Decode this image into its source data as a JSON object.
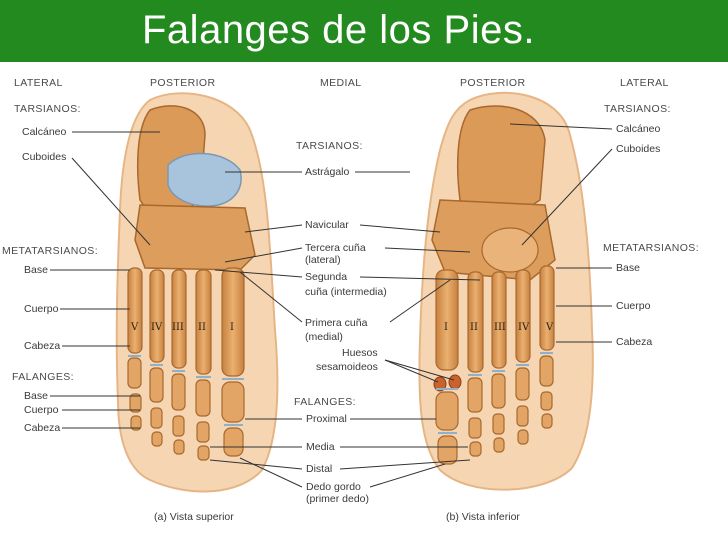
{
  "title": "Falanges de los Pies.",
  "headers": {
    "left_lateral": "LATERAL",
    "left_posterior": "POSTERIOR",
    "medial": "MEDIAL",
    "right_posterior": "POSTERIOR",
    "right_lateral": "LATERAL"
  },
  "left_labels": {
    "tarsianos": "TARSIANOS:",
    "calcaneo": "Calcáneo",
    "cuboides": "Cuboides",
    "metatarsianos": "METATARSIANOS:",
    "base": "Base",
    "cuerpo": "Cuerpo",
    "cabeza": "Cabeza",
    "falanges": "FALANGES:",
    "f_base": "Base",
    "f_cuerpo": "Cuerpo",
    "f_cabeza": "Cabeza"
  },
  "center_labels": {
    "tarsianos": "TARSIANOS:",
    "astragalo": "Astrágalo",
    "navicular": "Navicular",
    "tercera_cuna_1": "Tercera cuña",
    "tercera_cuna_2": "(lateral)",
    "segunda_cuna_1": "Segunda",
    "segunda_cuna_2": "cuña (intermedia)",
    "primera_cuna_1": "Primera cuña",
    "primera_cuna_2": "(medial)",
    "huesos_1": "Huesos",
    "huesos_2": "sesamoideos",
    "falanges": "FALANGES:",
    "proximal": "Proximal",
    "media": "Media",
    "distal": "Distal",
    "dedo_gordo_1": "Dedo gordo",
    "dedo_gordo_2": "(primer dedo)"
  },
  "right_labels": {
    "tarsianos": "TARSIANOS:",
    "calcaneo": "Calcáneo",
    "cuboides": "Cuboides",
    "metatarsianos": "METATARSIANOS:",
    "base": "Base",
    "cuerpo": "Cuerpo",
    "cabeza": "Cabeza"
  },
  "roman_left": [
    "V",
    "IV",
    "III",
    "II",
    "I"
  ],
  "roman_right": [
    "I",
    "II",
    "III",
    "IV",
    "V"
  ],
  "captions": {
    "left": "(a) Vista superior",
    "right": "(b) Vista inferior"
  },
  "colors": {
    "title_bar": "#238a1f",
    "bone": "#e0a062",
    "bone_dark": "#b8743a",
    "cartilage": "#a8c4dc",
    "skin": "#f1c99c"
  }
}
